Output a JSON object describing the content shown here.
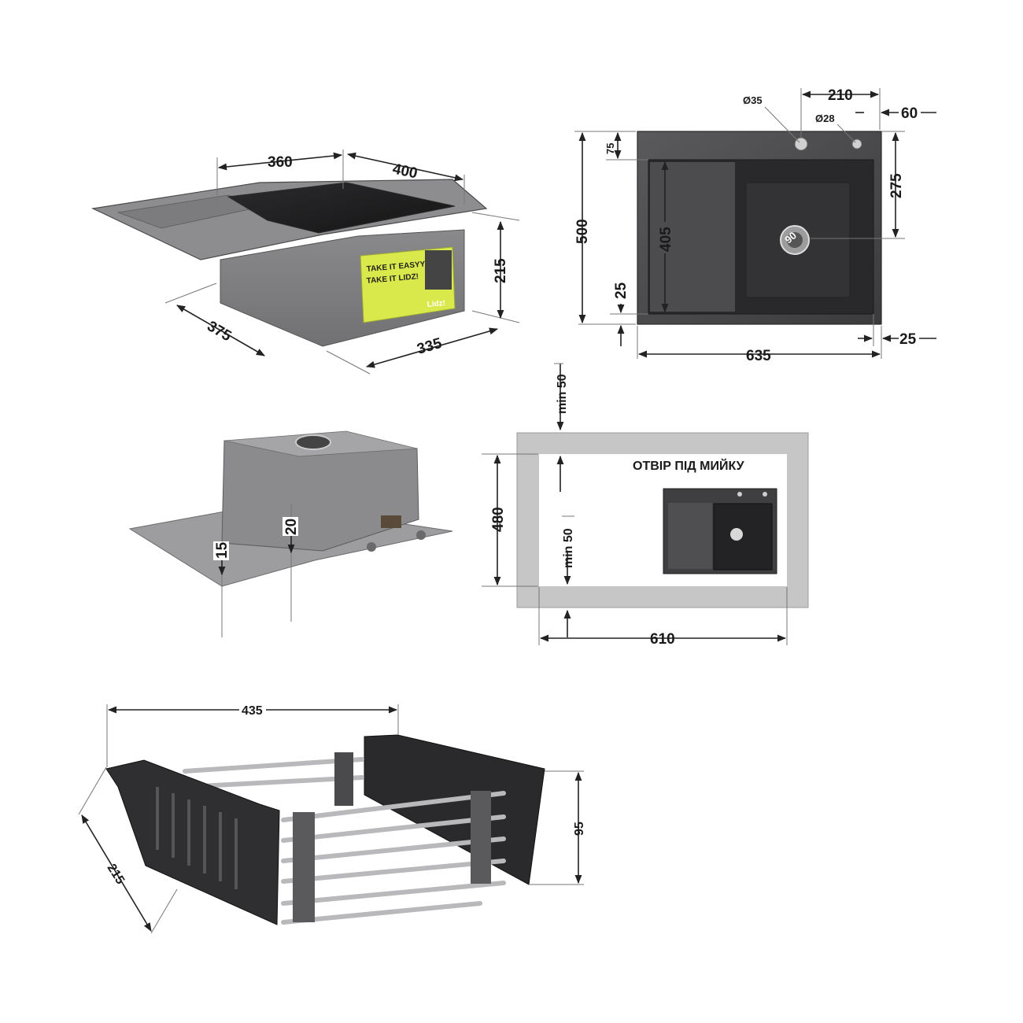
{
  "view_iso_top": {
    "dim_360": "360",
    "dim_400": "400",
    "dim_215": "215",
    "dim_375": "375",
    "dim_335": "335",
    "label_line1": "TAKE IT EASYYY",
    "label_line2": "TAKE IT LIDZ!",
    "brand": "Lidz!"
  },
  "view_plan": {
    "dim_d35": "Ø35",
    "dim_d28": "Ø28",
    "dim_210": "210",
    "dim_60": "60",
    "dim_75": "75",
    "dim_275": "275",
    "dim_500": "500",
    "dim_405": "405",
    "dim_25_left": "25",
    "dim_90": "90",
    "dim_635": "635",
    "dim_25_right": "25"
  },
  "view_bottom": {
    "dim_15": "15",
    "dim_20": "20"
  },
  "view_cutout": {
    "title": "ОТВІР ПІД МИЙКУ",
    "dim_min50_top": "min 50",
    "dim_min50_mid": "min 50",
    "dim_480": "480",
    "dim_610": "610"
  },
  "view_basket": {
    "dim_435": "435",
    "dim_215": "215",
    "dim_95": "95"
  },
  "colors": {
    "steel_dark": "#3a3a3c",
    "steel_mid": "#6f6f71",
    "steel_light": "#9a9a9c",
    "label_yellow": "#d9e84a",
    "frame_gray": "#c6c6c6"
  }
}
